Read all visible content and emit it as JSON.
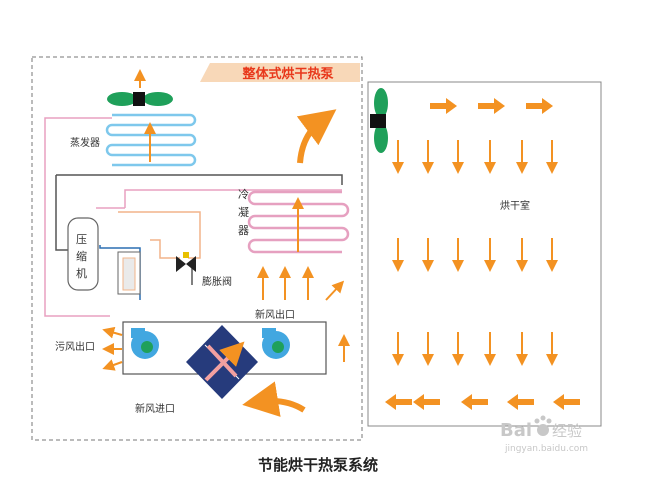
{
  "title_banner": "整体式烘干热泵",
  "labels": {
    "evaporator": "蒸发器",
    "condenser": [
      "冷",
      "凝",
      "器"
    ],
    "compressor": [
      "压",
      "缩",
      "机"
    ],
    "expansion_valve": "膨胀阀",
    "fresh_air_out": "新风出口",
    "exhaust_out": "污风出口",
    "fresh_air_in": "新风进口",
    "drying_room": "烘干室"
  },
  "caption": "节能烘干热泵系统",
  "watermark": {
    "brand": "Bai",
    "brand_cn": "经验",
    "url": "jingyan.baidu.com"
  },
  "colors": {
    "arrow": "#f39222",
    "evaporator_coil": "#7ec8ec",
    "condenser_coil": "#e6a0c0",
    "pipe_pink": "#e8a0c0",
    "pipe_orange": "#f2b48a",
    "pipe_gray": "#555555",
    "fan_green": "#1fa05a",
    "exchanger_navy": "#263b7c",
    "blower_blue": "#42a7e0",
    "banner": "#f8d8b8",
    "banner_text": "#e8381b"
  },
  "icons": [
    "fan-icon",
    "blower-fan-icon",
    "expansion-valve-icon",
    "arrow-icon",
    "baidu-paw-icon"
  ]
}
